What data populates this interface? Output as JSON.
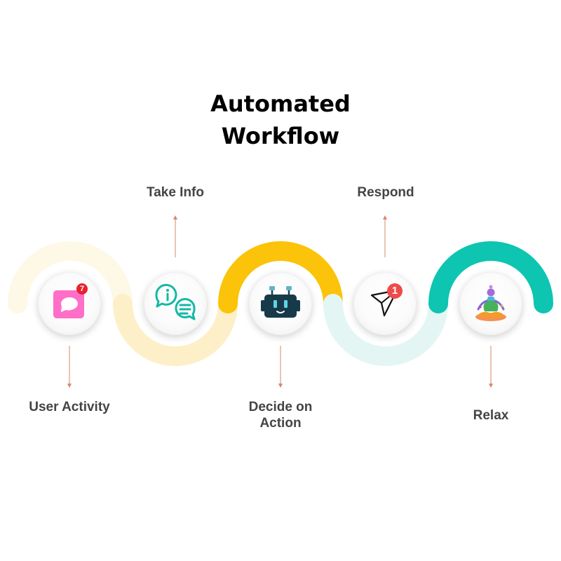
{
  "title": {
    "line1": "Automated",
    "line2": "Workflow"
  },
  "colors": {
    "wave_1": "#fef8e7",
    "wave_2": "#fdefc8",
    "wave_3": "#fbc309",
    "wave_4": "#e3f6f3",
    "wave_5": "#0dc5b1",
    "connector": "#d9876a",
    "label_text": "#444444"
  },
  "steps": [
    {
      "label": "User Activity",
      "icon": "message-notification-icon",
      "badge": "7"
    },
    {
      "label": "Take Info",
      "icon": "info-chat-icon"
    },
    {
      "label": "Decide on Action",
      "icon": "robot-icon"
    },
    {
      "label": "Respond",
      "icon": "send-notification-icon",
      "badge": "1"
    },
    {
      "label": "Relax",
      "icon": "meditation-icon"
    }
  ]
}
